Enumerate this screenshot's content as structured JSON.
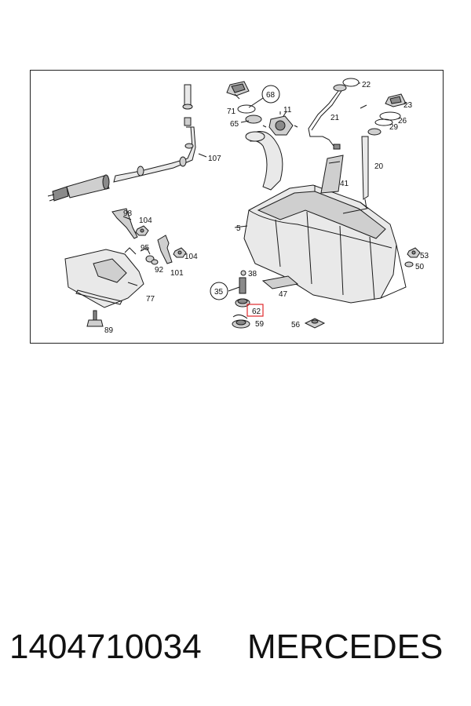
{
  "diagram": {
    "labels": {
      "l5": "5",
      "l11": "11",
      "l20": "20",
      "l21": "21",
      "l22": "22",
      "l23": "23",
      "l26": "26",
      "l29": "29",
      "l35": "35",
      "l38": "38",
      "l41": "41",
      "l47": "47",
      "l50": "50",
      "l53": "53",
      "l56": "56",
      "l59": "59",
      "l62": "62",
      "l65": "65",
      "l68": "68",
      "l71": "71",
      "l77": "77",
      "l89": "89",
      "l92": "92",
      "l95": "95",
      "l98": "98",
      "l101": "101",
      "l104a": "104",
      "l104b": "104",
      "l107": "107"
    },
    "highlight_color": "#e0282b"
  },
  "caption": {
    "part_number": "1404710034",
    "brand": "MERCEDES"
  }
}
